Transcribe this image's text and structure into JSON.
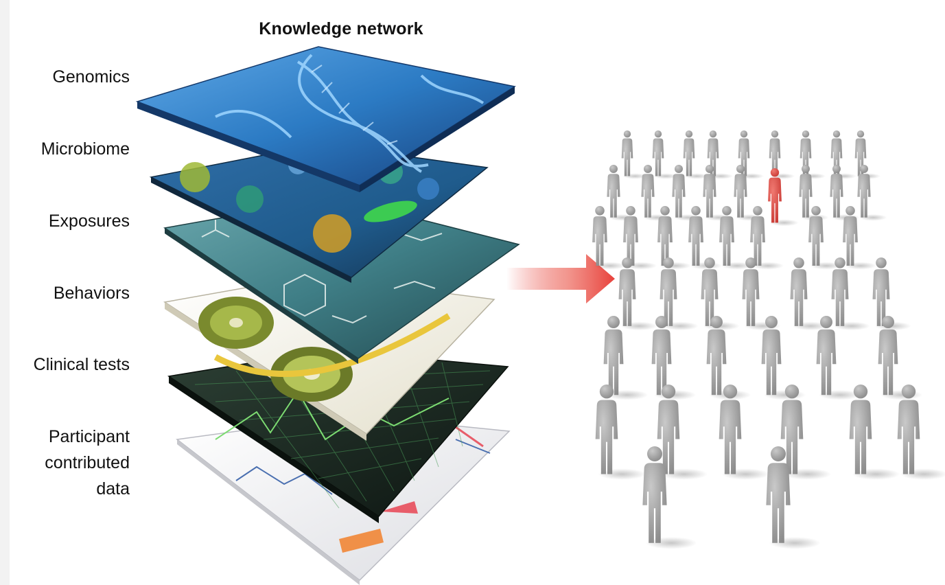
{
  "title": "Knowledge network",
  "layers": [
    {
      "label": "Genomics"
    },
    {
      "label": "Microbiome"
    },
    {
      "label": "Exposures"
    },
    {
      "label": "Behaviors"
    },
    {
      "label": "Clinical tests"
    },
    {
      "label_lines": [
        "Participant",
        "contributed",
        "data"
      ]
    }
  ],
  "colors": {
    "genomics": "#2c7bc4",
    "microbiome": "#1f5b8c",
    "exposures": "#3f7e86",
    "behaviors": "#f1eedf",
    "clinical_tests": "#1b2a22",
    "participant_data": "#f4f4f6",
    "arrow": "#e8413b",
    "person": "#9a9a9a",
    "highlighted_person": "#d93a35"
  }
}
